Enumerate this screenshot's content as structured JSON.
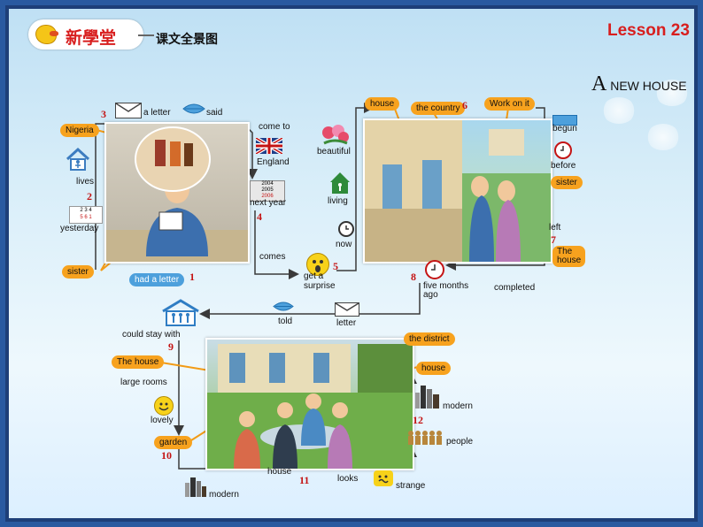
{
  "header": {
    "logo_text": "新學堂",
    "subtitle": "课文全景图",
    "lesson": "Lesson 23",
    "title_initial": "A",
    "title_rest": "NEW HOUSE"
  },
  "labels": {
    "nigeria": "Nigeria",
    "a_letter": "a letter",
    "said": "said",
    "come_to": "come to",
    "england": "England",
    "next_year": "next year",
    "comes": "comes",
    "lives": "lives",
    "yesterday": "yesterday",
    "sister": "sister",
    "had_a_letter": "had a letter",
    "beautiful": "beautiful",
    "living": "living",
    "now": "now",
    "get_a": "get a",
    "surprise": "surprise",
    "house_top": "house",
    "the_country": "the country",
    "work_on_it": "Work on it",
    "begun": "begun",
    "before": "before",
    "sister_right": "sister",
    "left": "left",
    "the_house_right_1": "The",
    "the_house_right_2": "house",
    "five_months": "five months",
    "ago": "ago",
    "completed": "completed",
    "told": "told",
    "letter": "letter",
    "could_stay_with": "could stay with",
    "the_house_left": "The house",
    "large_rooms": "large rooms",
    "lovely": "lovely",
    "garden": "garden",
    "house_bottom": "house",
    "looks": "looks",
    "strange": "strange",
    "modern_bottom": "modern",
    "the_district": "the district",
    "house_right": "house",
    "modern_right": "modern",
    "people": "people"
  },
  "numbers": {
    "n1": "1",
    "n2": "2",
    "n3": "3",
    "n4": "4",
    "n5": "5",
    "n6": "6",
    "n7": "7",
    "n8": "8",
    "n9": "9",
    "n10": "10",
    "n11": "11",
    "n12": "12"
  },
  "calendar": {
    "top": "2 3 4",
    "bottom": "5 6 1"
  },
  "next_year_calendar": {
    "line1": "2004",
    "line2": "2005",
    "line3": "2006"
  },
  "colors": {
    "tag_orange": "#f7a21e",
    "tag_blue": "#4da0dc",
    "number_red": "#c41414",
    "accent_red": "#d81e1e",
    "line_dark": "#3a3a3a",
    "line_orange": "#f29b16"
  }
}
